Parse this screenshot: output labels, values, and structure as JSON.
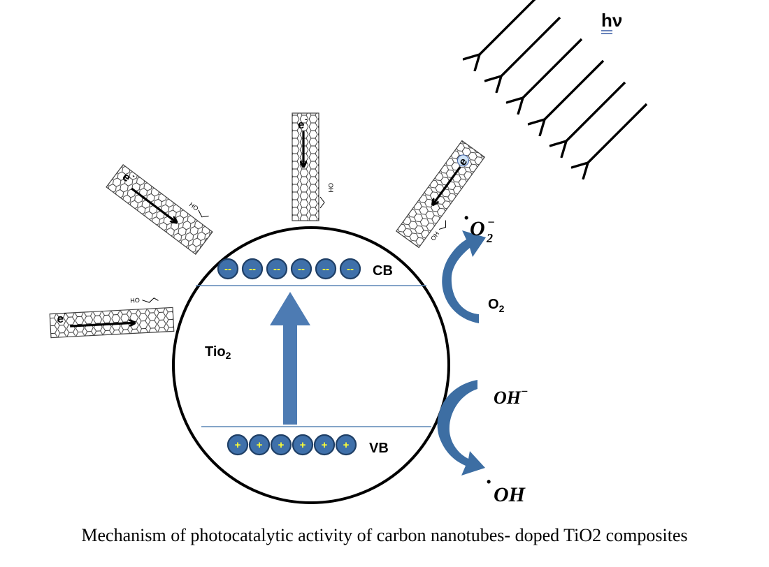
{
  "light": {
    "label": "hν",
    "arrow_count": 6
  },
  "particle": {
    "name": "Tio",
    "name_sub": "2",
    "conduction_band": "CB",
    "valence_band": "VB",
    "electron_symbol": "--",
    "hole_symbol": "+",
    "electron_count": 6,
    "hole_count": 6
  },
  "nanotubes": {
    "electron_label": "e",
    "electron_sup": "-",
    "acid_label": "HO",
    "acid_label_alt": "OH",
    "count": 4
  },
  "reactions": {
    "reduction_reactant": "O",
    "reduction_reactant_sub": "2",
    "reduction_product": "O",
    "reduction_product_dot": "•",
    "reduction_product_sub": "2",
    "reduction_product_sup": "−",
    "oxidation_reactant": "OH",
    "oxidation_reactant_sup": "−",
    "oxidation_product": "OH",
    "oxidation_product_dot": "•"
  },
  "caption": "Mechanism of photocatalytic activity of carbon nanotubes- doped TiO2 composites",
  "colors": {
    "sphere": "#3f70aa",
    "sphere_border": "#1f3f66",
    "band_line": "#5b86b5",
    "excitation_arrow": "#4d7bb3",
    "curved_arrow": "#3d6ea3",
    "charge_sign": "#ffff33",
    "outline": "#000000"
  }
}
